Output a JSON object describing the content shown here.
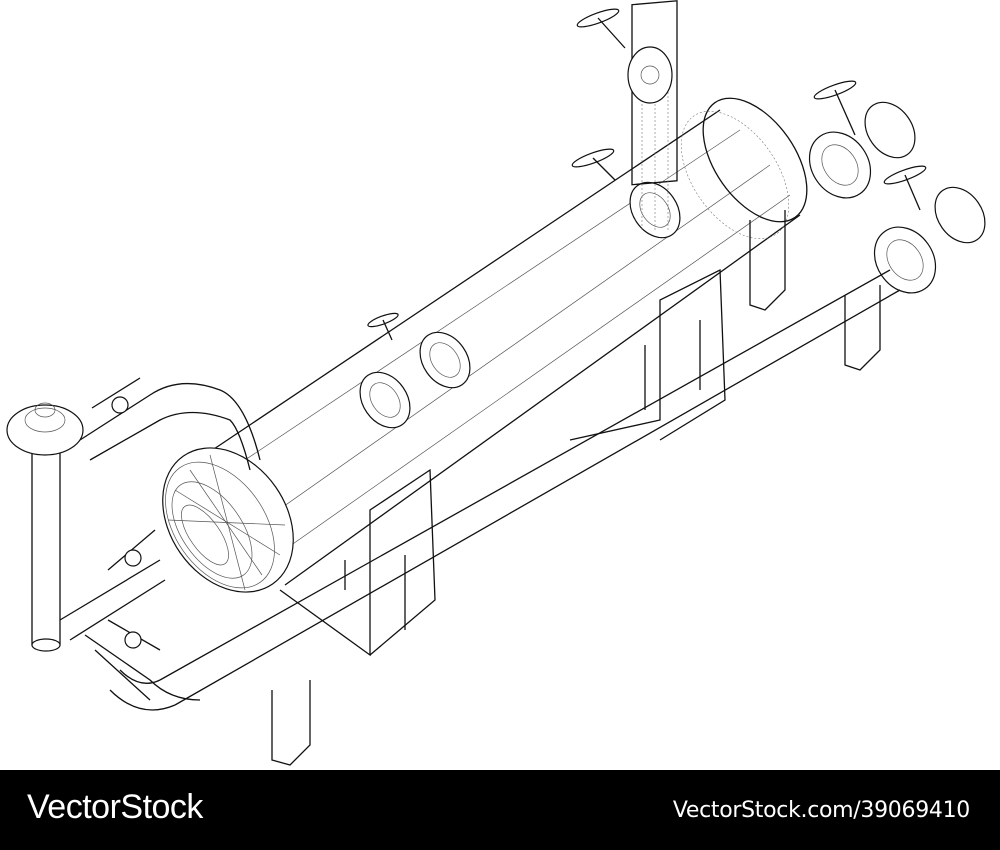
{
  "image": {
    "subject": "Horizontal pressure vessel with piping, valves, flanges and supports — isometric wireframe line drawing",
    "style": "black line art on white background",
    "colors": {
      "background": "#ffffff",
      "lines": "#111111",
      "banner_background": "#000000",
      "banner_text": "#ffffff"
    }
  },
  "watermark": {
    "brand": "VectorStock",
    "url": "VectorStock.com/39069410"
  }
}
